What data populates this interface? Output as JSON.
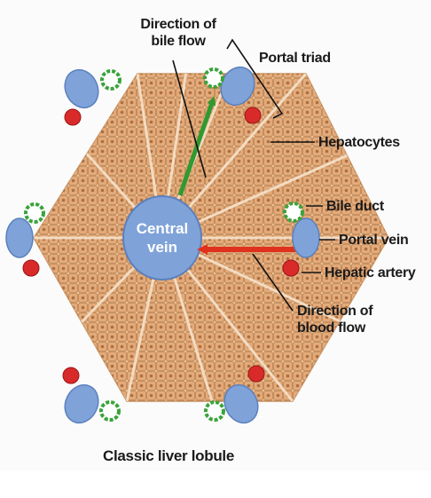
{
  "labels": {
    "bile_flow": "Direction of\nbile flow",
    "portal_triad": "Portal triad",
    "hepatocytes": "Hepatocytes",
    "bile_duct": "Bile duct",
    "portal_vein": "Portal vein",
    "hepatic_artery": "Hepatic artery",
    "blood_flow": "Direction of\nblood flow",
    "central_vein": "Central\nvein",
    "caption": "Classic liver lobule"
  },
  "colors": {
    "hepatocyte_fill": "#e2a878",
    "hepatocyte_nucleus": "#a86a3c",
    "portal_vein": "#7fa3d9",
    "hepatic_artery": "#d92a2a",
    "bile_duct": "#3aa33a",
    "central_vein": "#7fa3d9",
    "bile_flow_arrow": "#2f9a2f",
    "blood_flow_arrow": "#e0301e"
  }
}
